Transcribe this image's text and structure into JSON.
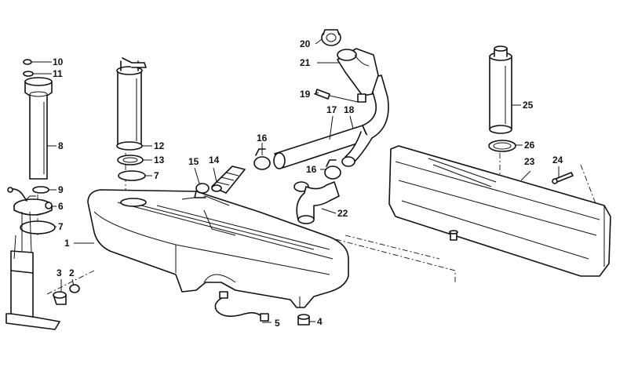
{
  "callouts": [
    {
      "id": "c1",
      "text": "1"
    },
    {
      "id": "c2",
      "text": "2"
    },
    {
      "id": "c3",
      "text": "3"
    },
    {
      "id": "c4",
      "text": "4"
    },
    {
      "id": "c5",
      "text": "5"
    },
    {
      "id": "c6",
      "text": "6"
    },
    {
      "id": "c7a",
      "text": "7"
    },
    {
      "id": "c7b",
      "text": "7"
    },
    {
      "id": "c8",
      "text": "8"
    },
    {
      "id": "c9",
      "text": "9"
    },
    {
      "id": "c10",
      "text": "10"
    },
    {
      "id": "c11",
      "text": "11"
    },
    {
      "id": "c12",
      "text": "12"
    },
    {
      "id": "c13",
      "text": "13"
    },
    {
      "id": "c14",
      "text": "14"
    },
    {
      "id": "c15",
      "text": "15"
    },
    {
      "id": "c16a",
      "text": "16"
    },
    {
      "id": "c16b",
      "text": "16"
    },
    {
      "id": "c17",
      "text": "17"
    },
    {
      "id": "c18",
      "text": "18"
    },
    {
      "id": "c19",
      "text": "19"
    },
    {
      "id": "c20",
      "text": "20"
    },
    {
      "id": "c21",
      "text": "21"
    },
    {
      "id": "c22",
      "text": "22"
    },
    {
      "id": "c23",
      "text": "23"
    },
    {
      "id": "c24",
      "text": "24"
    },
    {
      "id": "c25",
      "text": "25"
    },
    {
      "id": "c26",
      "text": "26"
    }
  ]
}
